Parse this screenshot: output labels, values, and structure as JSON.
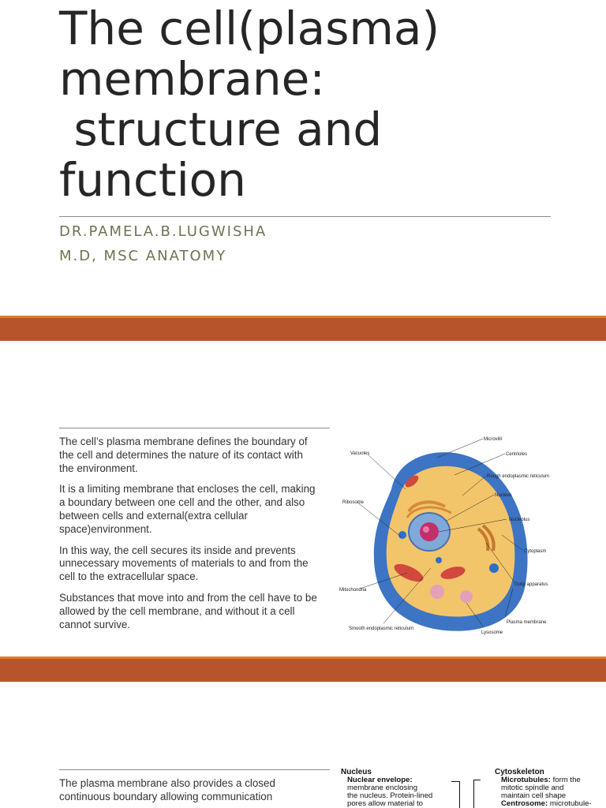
{
  "slide1": {
    "title": "The cell(plasma)\nmembrane:\n structure and\nfunction",
    "author": "DR.PAMELA.B.LUGWISHA",
    "credentials": "M.D, MSC ANATOMY"
  },
  "slide2": {
    "paragraphs": [
      "The cell’s plasma membrane defines the boundary of the cell and determines the nature of its contact with the environment.",
      "It is a limiting membrane that encloses the cell, making a boundary between one cell and the other, and also between cells and external(extra cellular space)environment.",
      "In this way, the cell secures its inside and prevents unnecessary movements  of materials to and from the cell to the extracellular space.",
      "Substances that move into and from the cell have to be allowed  by the cell membrane, and without it a cell cannot survive."
    ],
    "figure_labels": {
      "microvilli": "Microvilli",
      "centrioles": "Centrioles",
      "vacuoles": "Vacuoles",
      "rough_er": "Rough endoplasmic reticulum",
      "nucleus": "Nucleus",
      "ribosome": "Ribosome",
      "nucleolus": "Nucleolus",
      "cytoplasm": "Cytoplasm",
      "golgi": "Golgi apparatus",
      "mitochondria": "Mitochondria",
      "plasma_membrane": "Plasma membrane",
      "smooth_er": "Smooth endoplasmic reticulum",
      "lysosome": "Lysosome"
    }
  },
  "slide3": {
    "paragraph": "The plasma membrane also provides a closed continuous boundary allowing communication",
    "table": {
      "nucleus_heading": "Nucleus",
      "nuclear_envelope_term": "Nuclear envelope:",
      "nuclear_envelope_text_1": "membrane enclosing",
      "nuclear_envelope_text_2": "the nucleus. Protein-lined",
      "nuclear_envelope_text_3": "pores allow material to",
      "cytoskeleton_heading": "Cytoskeleton",
      "microtubules_term": "Microtubules:",
      "microtubules_text_1": " form the",
      "microtubules_text_2": "mitotic spindle and",
      "microtubules_text_3": "maintain cell shape",
      "centrosome_term": "Centrosome:",
      "centrosome_text": " microtubule-"
    }
  },
  "colors": {
    "band": "#b8542b",
    "band_highlight": "#e07d2a",
    "subtitle": "#6b7553",
    "title": "#262626"
  }
}
